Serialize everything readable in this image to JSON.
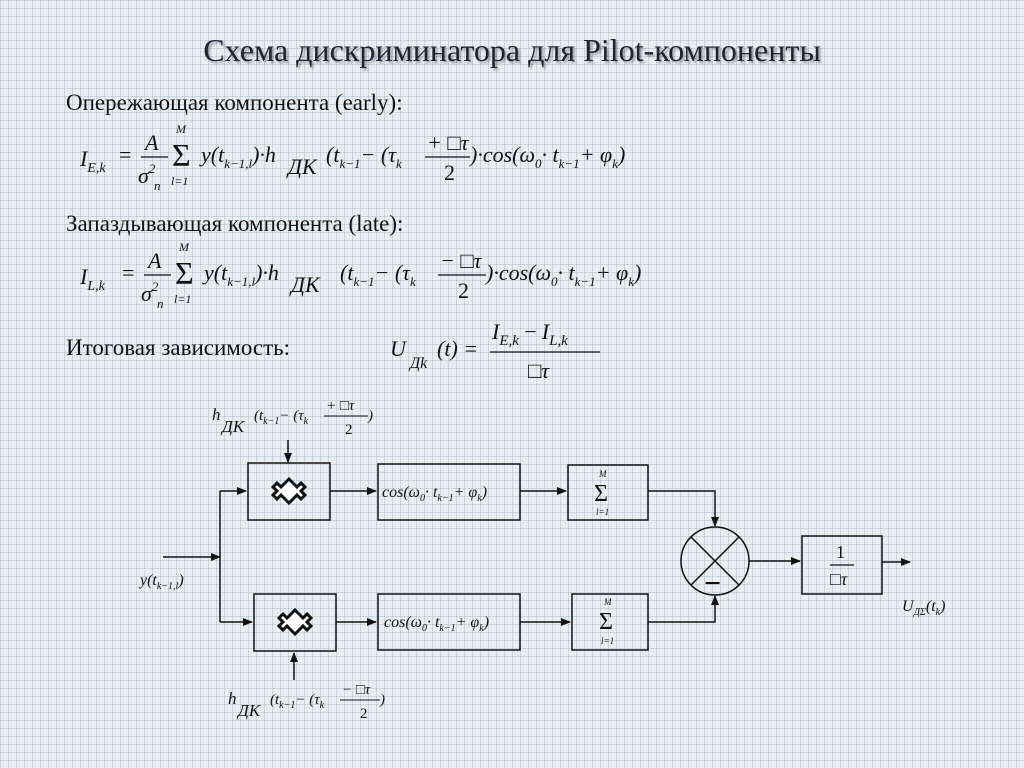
{
  "title": "Схема дискриминатора для Pilot-компоненты",
  "early_label": "Опережающая компонента (early):",
  "late_label": "Запаздывающая компонента (late):",
  "result_label": "Итоговая зависимость:",
  "colors": {
    "line": "#111111",
    "background": "#eaeef3",
    "grid": "#96a5b9"
  },
  "formula_early": {
    "lhs": "I",
    "lhs_sub": "E,k",
    "numerator": "A",
    "denominator": "σ",
    "denominator_sup": "2",
    "denominator_sub": "n",
    "sum_upper": "M",
    "sum_lower": "l=1",
    "body_1": "y(t",
    "body_1_sub": "k−1,l",
    "body_2": ")·h",
    "body_2_sub": "ДК",
    "body_3": "(t",
    "body_3_sub": "k−1",
    "body_4": "− (τ",
    "body_4_sub": "k",
    "frac_num": "+ □τ",
    "frac_den": "2",
    "body_5": ")·cos(ω",
    "body_5_sub": "0",
    "body_6": "· t",
    "body_6_sub": "k−1",
    "body_7": "+ φ",
    "body_7_sub": "k",
    "body_8": ")"
  },
  "formula_late": {
    "lhs": "I",
    "lhs_sub": "L,k",
    "numerator": "A",
    "denominator": "σ",
    "denominator_sup": "2",
    "denominator_sub": "n",
    "sum_upper": "M",
    "sum_lower": "l=1",
    "body_1": "y(t",
    "body_1_sub": "k−1,l",
    "body_2": ")·h",
    "body_2_sub": "ДК",
    "body_3": "(t",
    "body_3_sub": "k−1",
    "body_4": "− (τ",
    "body_4_sub": "k",
    "frac_num": "− □τ",
    "frac_den": "2",
    "body_5": ")·cos(ω",
    "body_5_sub": "0",
    "body_6": "· t",
    "body_6_sub": "k−1",
    "body_7": "+ φ",
    "body_7_sub": "k",
    "body_8": ")"
  },
  "formula_result": {
    "lhs": "U",
    "lhs_sub": "Дk",
    "lhs_arg": "(t) =",
    "num_1": "I",
    "num_1_sub": "E,k",
    "num_op": "−",
    "num_2": "I",
    "num_2_sub": "L,k",
    "den": "□τ"
  },
  "diagram": {
    "input_label": "y(t",
    "input_label_sub": "k−1,l",
    "input_label_end": ")",
    "top_ref_label": "h",
    "top_ref_sub": "ДК",
    "top_ref_arg": "(t",
    "top_ref_arg_sub": "k−1",
    "top_ref_mid": "− (τ",
    "top_ref_mid_sub": "k",
    "top_ref_frac_num": "+ □τ",
    "top_ref_frac_den": "2",
    "top_ref_end": ")",
    "bottom_ref_label": "h",
    "bottom_ref_sub": "ДК",
    "bottom_ref_arg": "(t",
    "bottom_ref_arg_sub": "k−1",
    "bottom_ref_mid": "− (τ",
    "bottom_ref_mid_sub": "k",
    "bottom_ref_frac_num": "− □τ",
    "bottom_ref_frac_den": "2",
    "bottom_ref_end": ")",
    "cos_block": "cos(ω",
    "cos_block_sub": "0",
    "cos_block_mid": "· t",
    "cos_block_mid_sub": "k−1",
    "cos_block_end": "+ φ",
    "cos_block_end_sub": "k",
    "cos_block_close": ")",
    "sum_symbol": "Σ",
    "sum_upper": "M",
    "sum_lower": "l=1",
    "combiner_minus": "−",
    "gain_num": "1",
    "gain_den": "□τ",
    "output_label": "U",
    "output_label_sub": "ДΣ",
    "output_label_arg": "(t",
    "output_label_arg_sub": "k",
    "output_label_end": ")"
  }
}
